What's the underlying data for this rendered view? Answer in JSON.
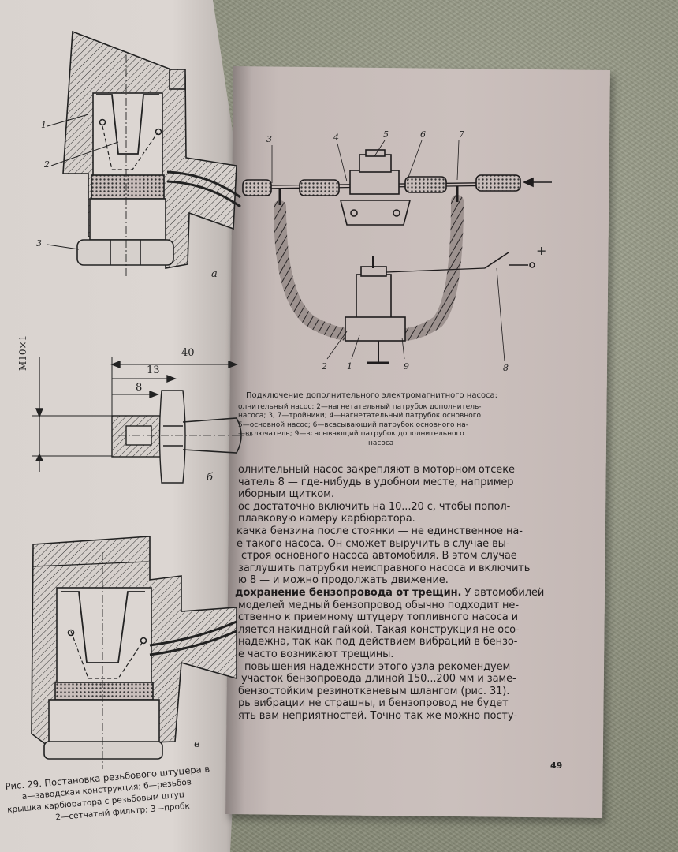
{
  "left_page": {
    "figure_a": {
      "label": "а",
      "callouts": [
        "1",
        "2",
        "3"
      ]
    },
    "figure_b": {
      "label": "б",
      "thread_label": "M10×1",
      "dims": [
        "40",
        "13",
        "8"
      ]
    },
    "figure_c": {
      "label": "в"
    },
    "caption_lines": [
      "Рис. 29. Постановка резьбового штуцера в",
      "а—заводская  конструкция;  б—резьбов",
      "крышка карбюратора с резьбовым штуц",
      "2—сетчатый фильтр; 3—пробк"
    ]
  },
  "right_page": {
    "figure": {
      "callouts": [
        "3",
        "4",
        "5",
        "6",
        "7",
        "2",
        "1",
        "9",
        "8"
      ],
      "plus_sign": "+"
    },
    "caption_lines": [
      "Подключение дополнительного электромагнитного насоса:",
      "олнительный насос; 2—нагнетательный патрубок дополнитель-",
      "насоса; 3, 7—тройники; 4—нагнетательный патрубок основного",
      "5—основной насос; 6—всасывающий патрубок основного на-",
      "—включатель; 9—всасывающий патрубок дополнительного",
      "насоса"
    ],
    "body_lines": [
      "олнительный насос закрепляют в моторном отсеке",
      "чатель 8 — где-нибудь в удобном месте, например",
      "иборным щитком.",
      "ос достаточно включить на 10...20 с, чтобы попол-",
      "плавковую камеру карбюратора.",
      "качка бензина после стоянки — не единственное на-",
      "е такого насоса. Он сможет выручить в случае вы-",
      "строя основного насоса автомобиля. В этом случае",
      "заглушить патрубки неисправного насоса и включить",
      "ю 8 — и можно продолжать движение.",
      "дохранение бензопровода от трещин.",
      " У автомобилей",
      "моделей медный бензопровод обычно подходит не-",
      "ственно к приемному штуцеру топливного насоса и",
      "ляется накидной гайкой. Такая конструкция не осо-",
      "надежна, так как под действием вибраций в бензо-",
      "е часто возникают трещины.",
      "повышения надежности этого узла рекомендуем",
      "участок бензопровода длиной 150...200 мм и заме-",
      "бензостойким резинотканевым шлангом (рис. 31).",
      "рь вибрации не страшны, и бензопровод не будет",
      "ять вам неприятностей. Точно так же можно посту-"
    ],
    "page_number": "49"
  }
}
